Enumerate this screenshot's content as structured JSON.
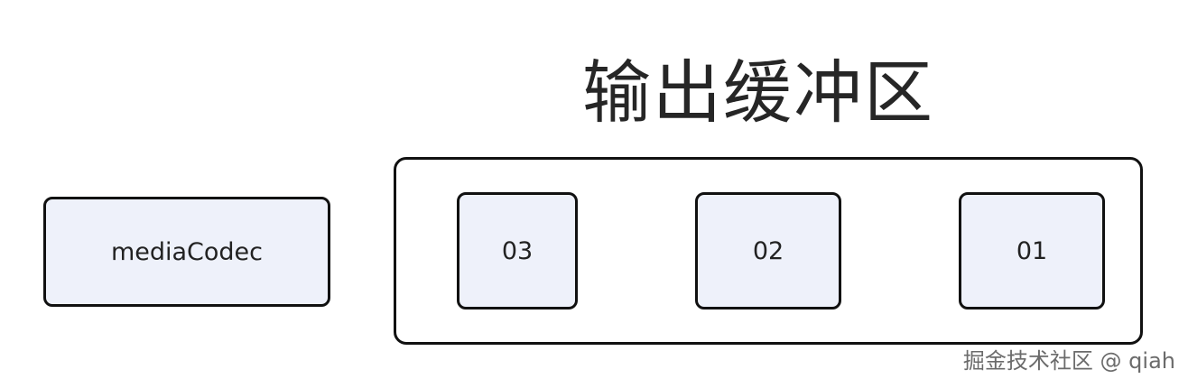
{
  "diagram": {
    "title": "输出缓冲区",
    "codec_label": "mediaCodec",
    "buffers": [
      {
        "label": "03"
      },
      {
        "label": "02"
      },
      {
        "label": "01"
      }
    ]
  },
  "watermark": "掘金技术社区 @ qiah",
  "colors": {
    "box_fill": "#eef1fa",
    "border": "#111111",
    "text": "#222222"
  }
}
